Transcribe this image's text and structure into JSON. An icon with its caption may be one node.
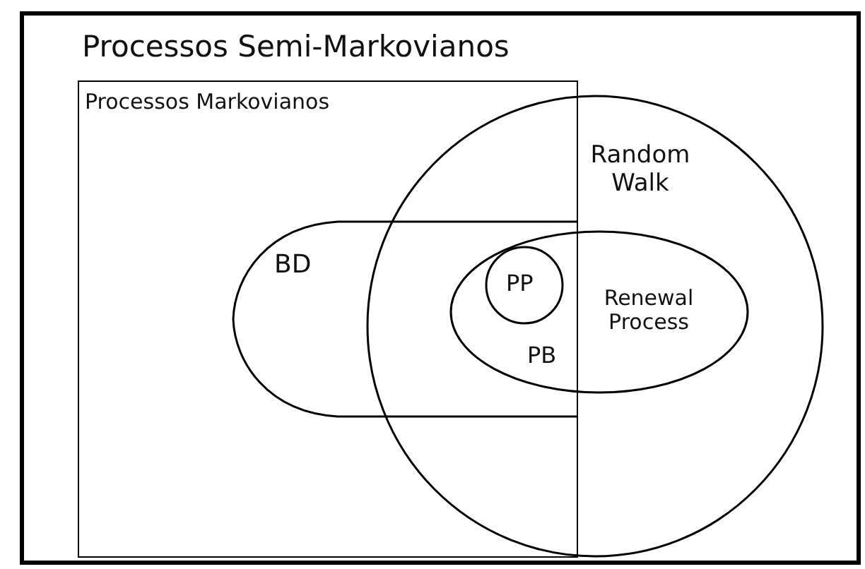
{
  "diagram": {
    "nodes": [
      {
        "text": [
          "Processos Semi-Markovianos"
        ]
      },
      {
        "text": [
          "Processos Markovianos"
        ],
        "in": 0
      },
      {
        "text": [
          "Random Walk"
        ],
        "in": 0
      },
      {
        "text": [
          "BD"
        ],
        "in": 1
      },
      {
        "text": [
          "Renewal Process",
          "PB"
        ],
        "in": 2
      },
      {
        "text": [
          "PP"
        ]
      }
    ],
    "edges": []
  }
}
